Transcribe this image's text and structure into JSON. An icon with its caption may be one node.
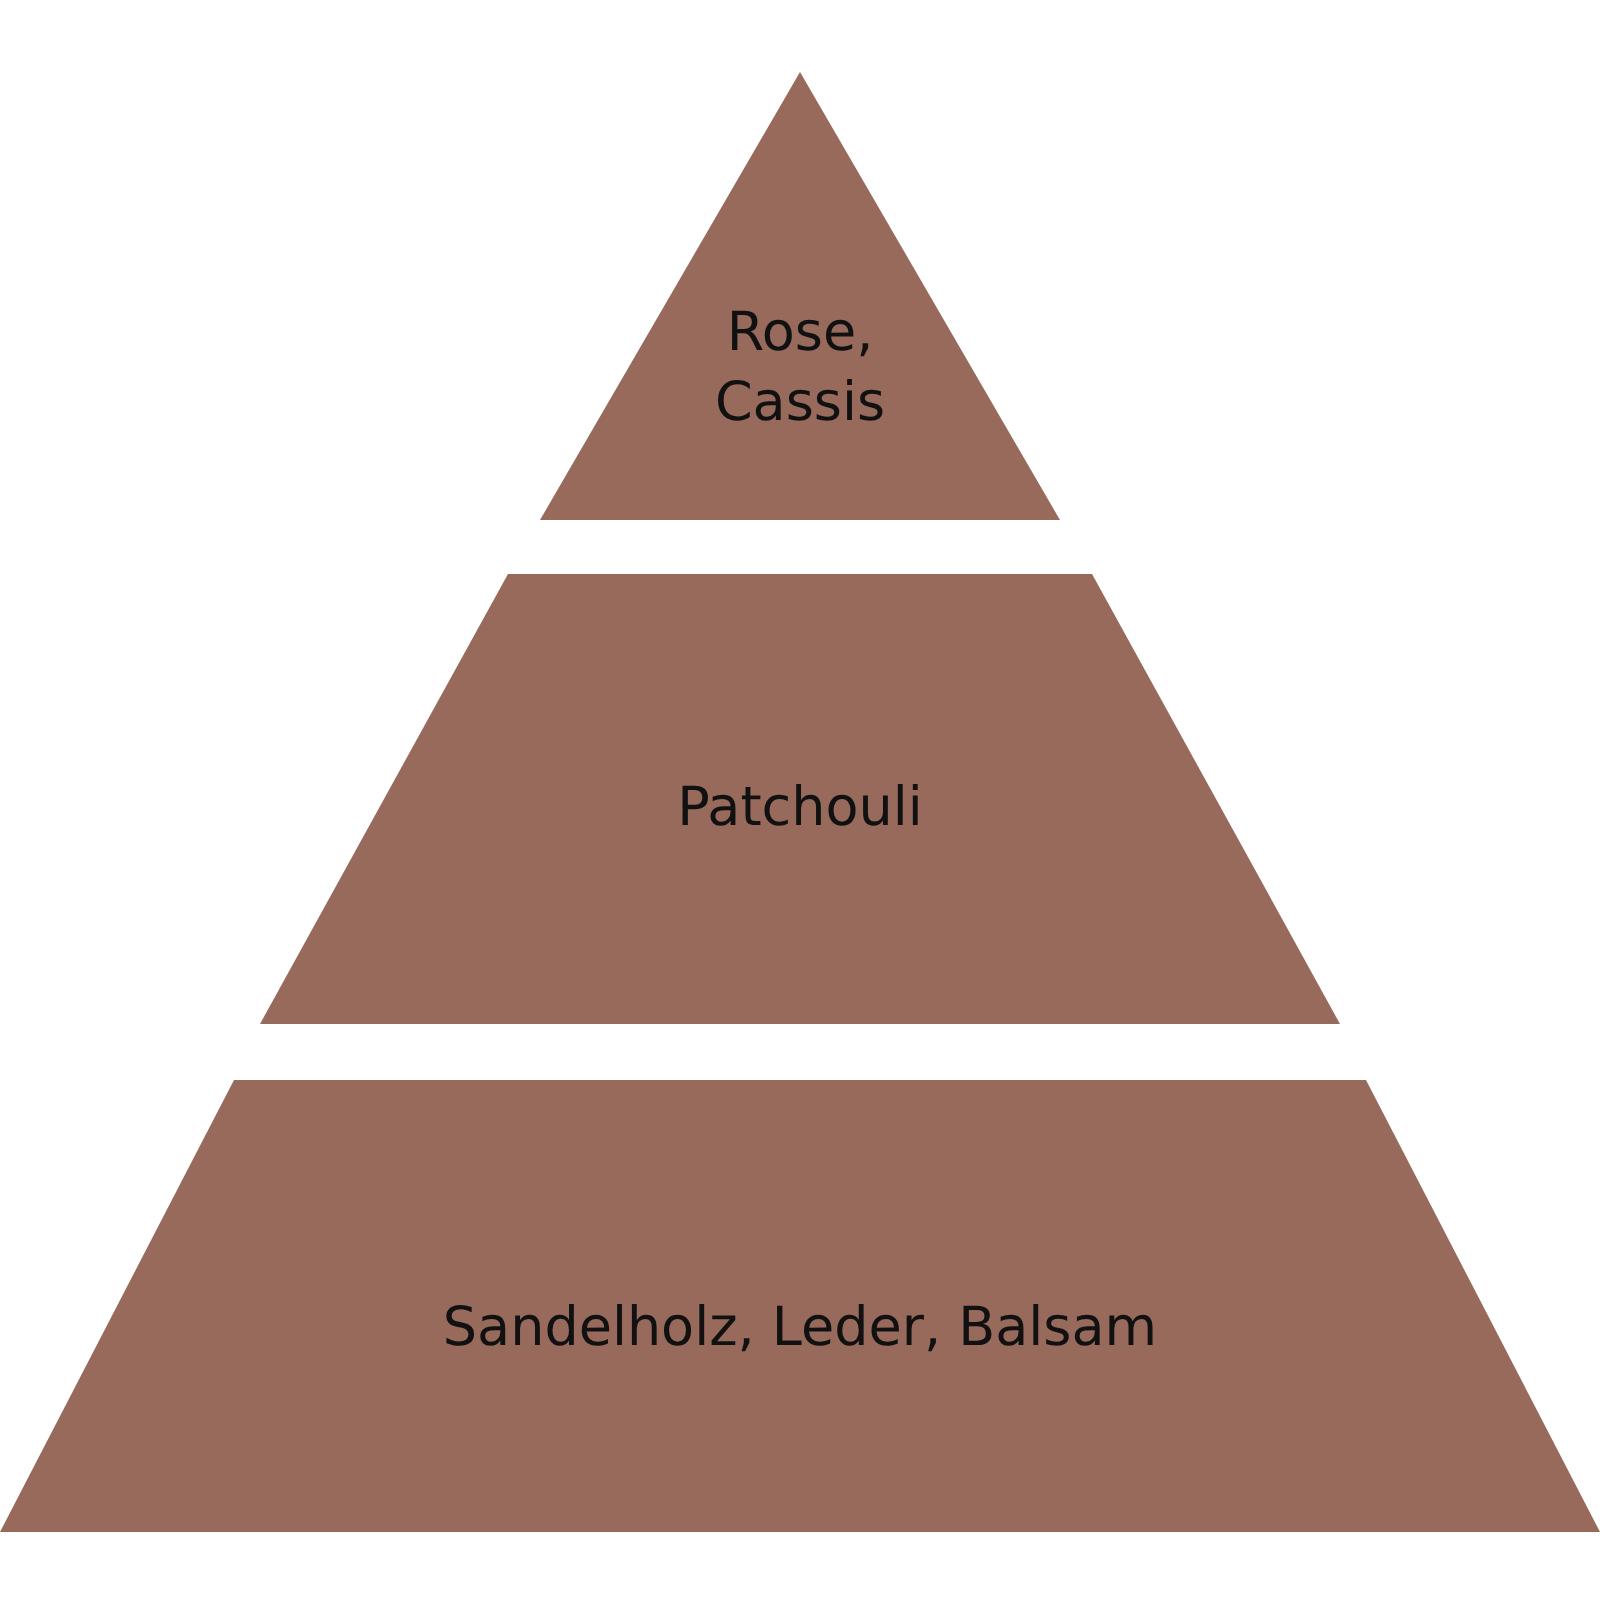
{
  "diagram": {
    "nodes": [
      {
        "text": [
          "Rose, Cassis"
        ]
      },
      {
        "text": [
          "Patchouli"
        ]
      },
      {
        "text": [
          "Sandelholz, Leder, Balsam"
        ]
      }
    ]
  }
}
